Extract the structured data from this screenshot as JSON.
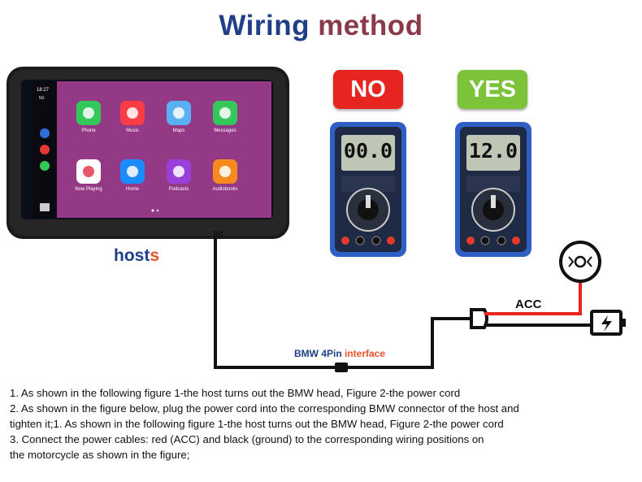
{
  "title": {
    "part1": "Wiring ",
    "part2": "method"
  },
  "device": {
    "status_time": "18:27",
    "status_network": "5G",
    "apps": [
      {
        "label": "Phone",
        "icon": "phone-icon",
        "color": "#34c759"
      },
      {
        "label": "Music",
        "icon": "music-icon",
        "color": "#fc3c44"
      },
      {
        "label": "Maps",
        "icon": "maps-icon",
        "color": "#5ab0f0"
      },
      {
        "label": "Messages",
        "icon": "messages-icon",
        "color": "#34c759"
      },
      {
        "label": "Now Playing",
        "icon": "now-playing-icon",
        "color": "#ffffff"
      },
      {
        "label": "Home",
        "icon": "home-icon",
        "color": "#1a8cff"
      },
      {
        "label": "Podcasts",
        "icon": "podcasts-icon",
        "color": "#9b3fd9"
      },
      {
        "label": "Audiobooks",
        "icon": "audiobooks-icon",
        "color": "#f68a1e"
      }
    ]
  },
  "hosts_label": {
    "part1": "host",
    "part2": "s"
  },
  "badges": {
    "no": "NO",
    "yes": "YES"
  },
  "multimeters": {
    "no_reading": "00.0",
    "yes_reading": "12.0"
  },
  "wiring": {
    "bmw_label_part1": "BMW 4Pin ",
    "bmw_label_part2": "interface",
    "acc_label": "ACC"
  },
  "instructions": [
    "1. As shown in the following figure 1-the host turns out the BMW head, Figure 2-the power cord",
    "2. As shown in the figure below, plug the power cord into the corresponding BMW connector of the host and",
    "tighten it;1. As shown in the following figure 1-the host turns out the BMW head, Figure 2-the power cord",
    "3. Connect the power cables: red (ACC) and black (ground) to the corresponding wiring positions on",
    "the motorcycle as shown in the figure;"
  ],
  "colors": {
    "title_blue": "#1f3f86",
    "title_maroon": "#8a3a4a",
    "accent_orange": "#e8522a",
    "wire_red": "#e62520",
    "badge_green": "#7cc33a"
  }
}
